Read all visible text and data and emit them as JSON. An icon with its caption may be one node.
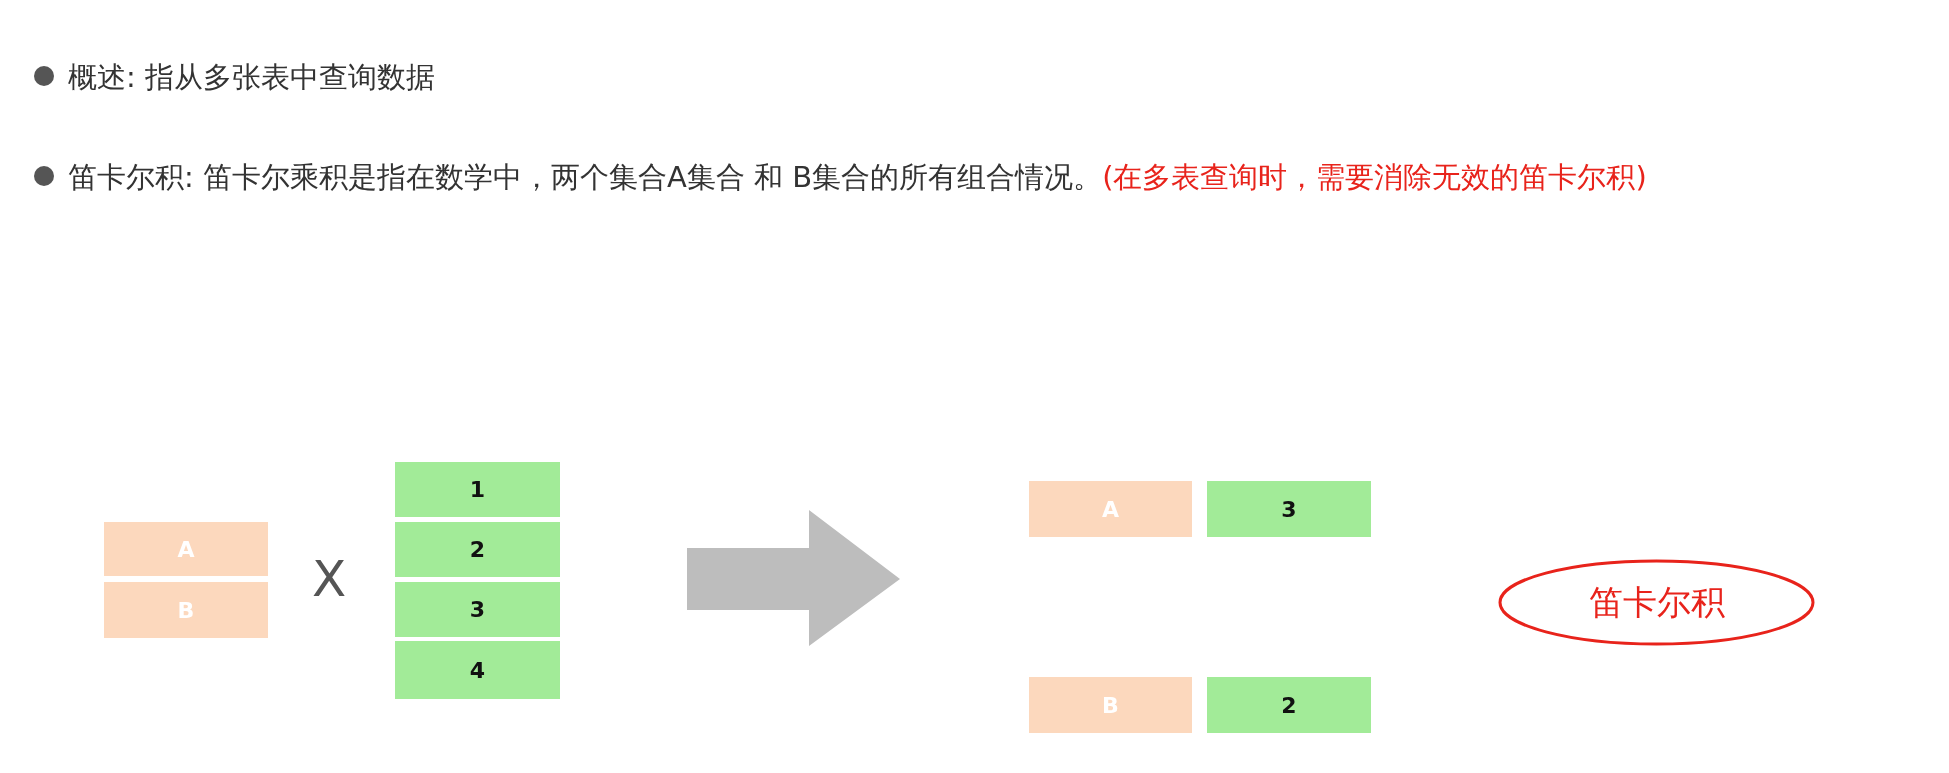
{
  "diagram": {
    "nodes": [
      {
        "text": [
          "A"
        ]
      },
      {
        "text": [
          "B"
        ]
      },
      {
        "text": [
          "1"
        ]
      },
      {
        "text": [
          "2"
        ]
      },
      {
        "text": [
          "3"
        ]
      },
      {
        "text": [
          "4"
        ]
      },
      {
        "text": [
          "A"
        ]
      },
      {
        "text": [
          "3"
        ]
      },
      {
        "text": [
          "B"
        ]
      },
      {
        "text": [
          "2"
        ]
      },
      {
        "text": [
          "笛卡尔积"
        ]
      }
    ],
    "labels": [
      "概述: 指从多张表中查询数据",
      "笛卡尔积: 笛卡尔乘积是指在数学中，两个集合A集合 和 B集合的所有组合情况。",
      "(在多表查询时，需要消除无效的笛卡尔积)",
      "X"
    ]
  }
}
